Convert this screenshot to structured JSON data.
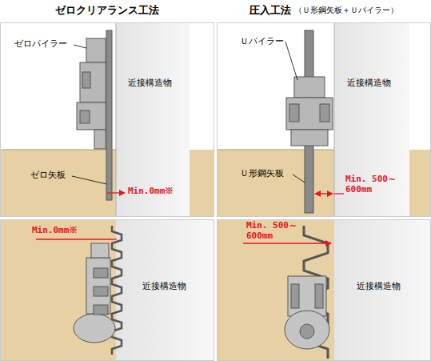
{
  "diagram": {
    "nodes": [
      {
        "text": [
          "ゼロクリアランス工法"
        ]
      },
      {
        "text": [
          "圧入工法",
          "（Ｕ形鋼矢板＋Ｕパイラー）"
        ]
      }
    ],
    "labels": [
      "ゼロパイラー",
      "ゼロ矢板",
      "Min.0mm※",
      "近接構造物",
      "Ｕパイラー",
      "Ｕ形鋼矢板",
      "Min. 500～600mm",
      "近接構造物",
      "Min.0mm※",
      "近接構造物",
      "Min. 500～600mm",
      "近接構造物"
    ]
  }
}
